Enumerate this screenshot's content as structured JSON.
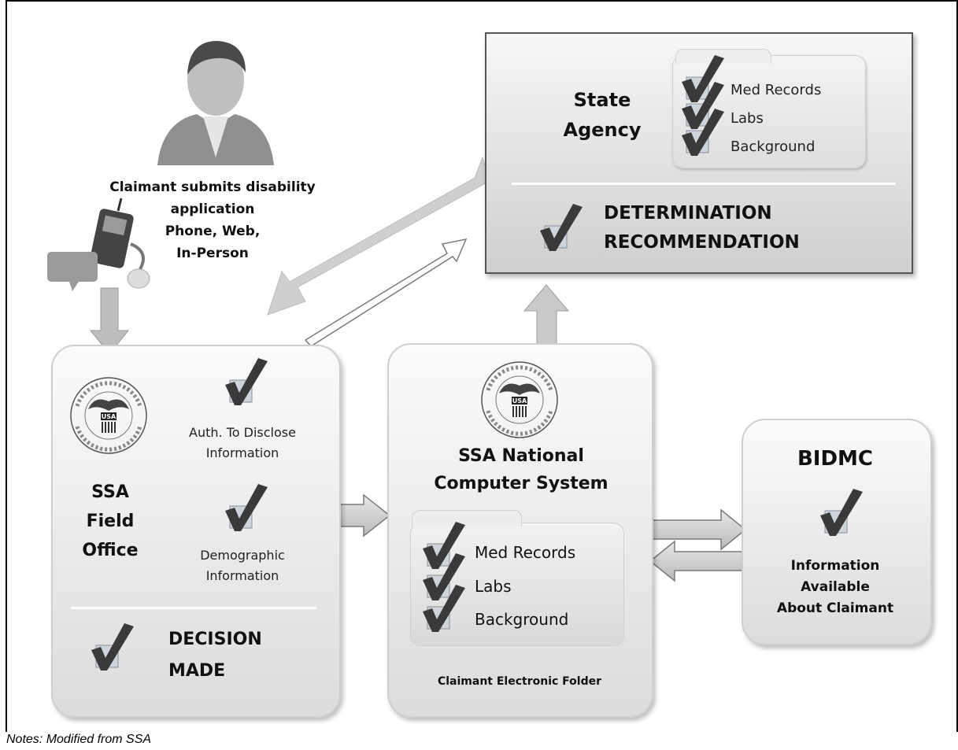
{
  "claimant": {
    "line1": "Claimant submits disability",
    "line2": "application",
    "line3": "Phone, Web,",
    "line4": "In-Person"
  },
  "state_agency": {
    "title_line1": "State",
    "title_line2": "Agency",
    "items": [
      "Med Records",
      "Labs",
      "Background"
    ],
    "determination_line1": "DETERMINATION",
    "determination_line2": "RECOMMENDATION"
  },
  "field_office": {
    "seal_icon": "ssa-seal-icon",
    "title_line1": "SSA",
    "title_line2": "Field",
    "title_line3": "Office",
    "auth_line1": "Auth. To Disclose",
    "auth_line2": "Information",
    "demo_line1": "Demographic",
    "demo_line2": "Information",
    "decision_line1": "DECISION",
    "decision_line2": "MADE"
  },
  "national_system": {
    "seal_icon": "ssa-seal-icon",
    "title_line1": "SSA National",
    "title_line2": "Computer System",
    "items": [
      "Med Records",
      "Labs",
      "Background"
    ],
    "folder_label": "Claimant Electronic Folder"
  },
  "bidmc": {
    "title": "BIDMC",
    "info_line1": "Information",
    "info_line2": "Available",
    "info_line3": "About Claimant"
  },
  "notes": "Notes: Modified from SSA"
}
